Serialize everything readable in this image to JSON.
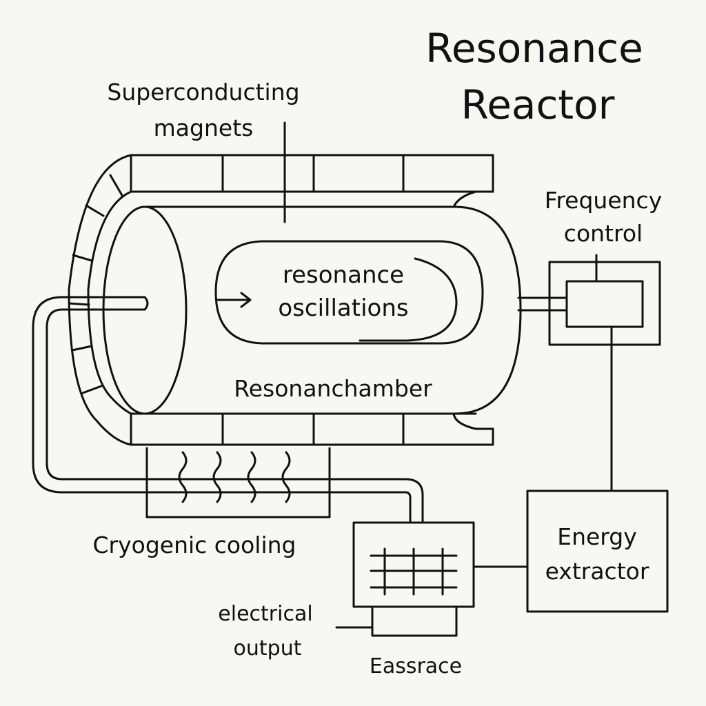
{
  "title": {
    "line1": "Resonance",
    "line2": "Reactor"
  },
  "labels": {
    "magnets": {
      "line1": "Superconducting",
      "line2": "magnets"
    },
    "oscillations": {
      "line1": "resonance",
      "line2": "oscillations"
    },
    "chamber": "Resonanchamber",
    "frequency": {
      "line1": "Frequency",
      "line2": "control"
    },
    "cooling": "Cryogenic cooling",
    "energy": {
      "line1": "Energy",
      "line2": "extractor"
    },
    "electrical": {
      "line1": "electrical",
      "line2": "output"
    },
    "bottom": "Eassrace"
  },
  "colors": {
    "ink": "#111111",
    "paper": "#f7f7f4"
  }
}
